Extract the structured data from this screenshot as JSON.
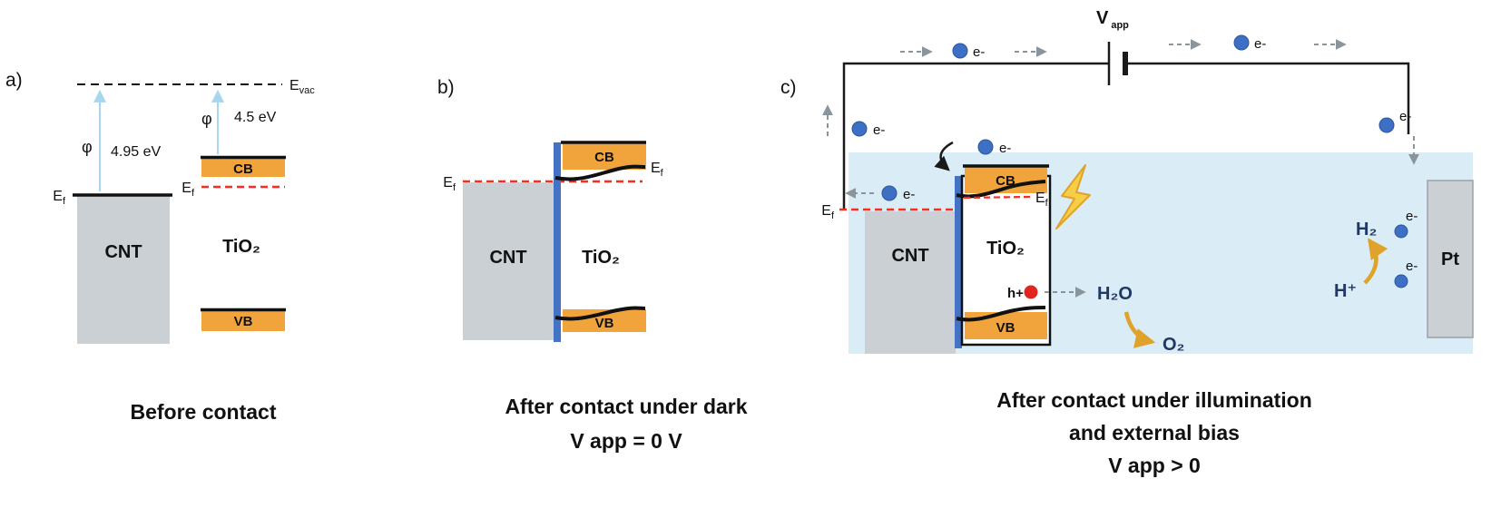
{
  "panel_a": {
    "label": "a)",
    "evac_base": "E",
    "evac_sub": "vac",
    "ef_base": "E",
    "ef_sub": "f",
    "phi": "φ",
    "cnt_workfunction": "4.95 eV",
    "tio2_workfunction": "4.5 eV",
    "cnt_label": "CNT",
    "tio2_label": "TiO₂",
    "cb_label": "CB",
    "vb_label": "VB",
    "caption": "Before contact"
  },
  "panel_b": {
    "label": "b)",
    "ef_base": "E",
    "ef_sub": "f",
    "cnt_label": "CNT",
    "tio2_label": "TiO₂",
    "cb_label": "CB",
    "vb_label": "VB",
    "caption_line1": "After contact under dark",
    "caption_line2": "V app = 0 V"
  },
  "panel_c": {
    "label": "c)",
    "vapp_base": "V",
    "vapp_sub": "app",
    "ef_base": "E",
    "ef_sub": "f",
    "electron_label": "e-",
    "hole_label": "h+",
    "cnt_label": "CNT",
    "tio2_label": "TiO₂",
    "cb_label": "CB",
    "vb_label": "VB",
    "pt_label": "Pt",
    "h2o_label": "H₂O",
    "o2_label": "O₂",
    "h2_label": "H₂",
    "hplus_label": "H⁺",
    "caption_line1": "After contact under illumination",
    "caption_line2": "and external bias",
    "caption_line3": "V app > 0"
  },
  "colors": {
    "band_orange": "#F2A43C",
    "block_gray": "#CBD0D4",
    "interface_blue": "#4472C4",
    "electron_blue": "#3D6FC4",
    "hole_red": "#E0251F",
    "ef_red": "#FF2A1F",
    "electrolyte_blue": "#DAEDF6",
    "arrow_lightblue": "#A8D6EE",
    "arrow_yellow": "#DFA32B",
    "lightning_yellow": "#F8CE46",
    "chem_label": "#1F3864",
    "dash_gray": "#8A949B"
  }
}
